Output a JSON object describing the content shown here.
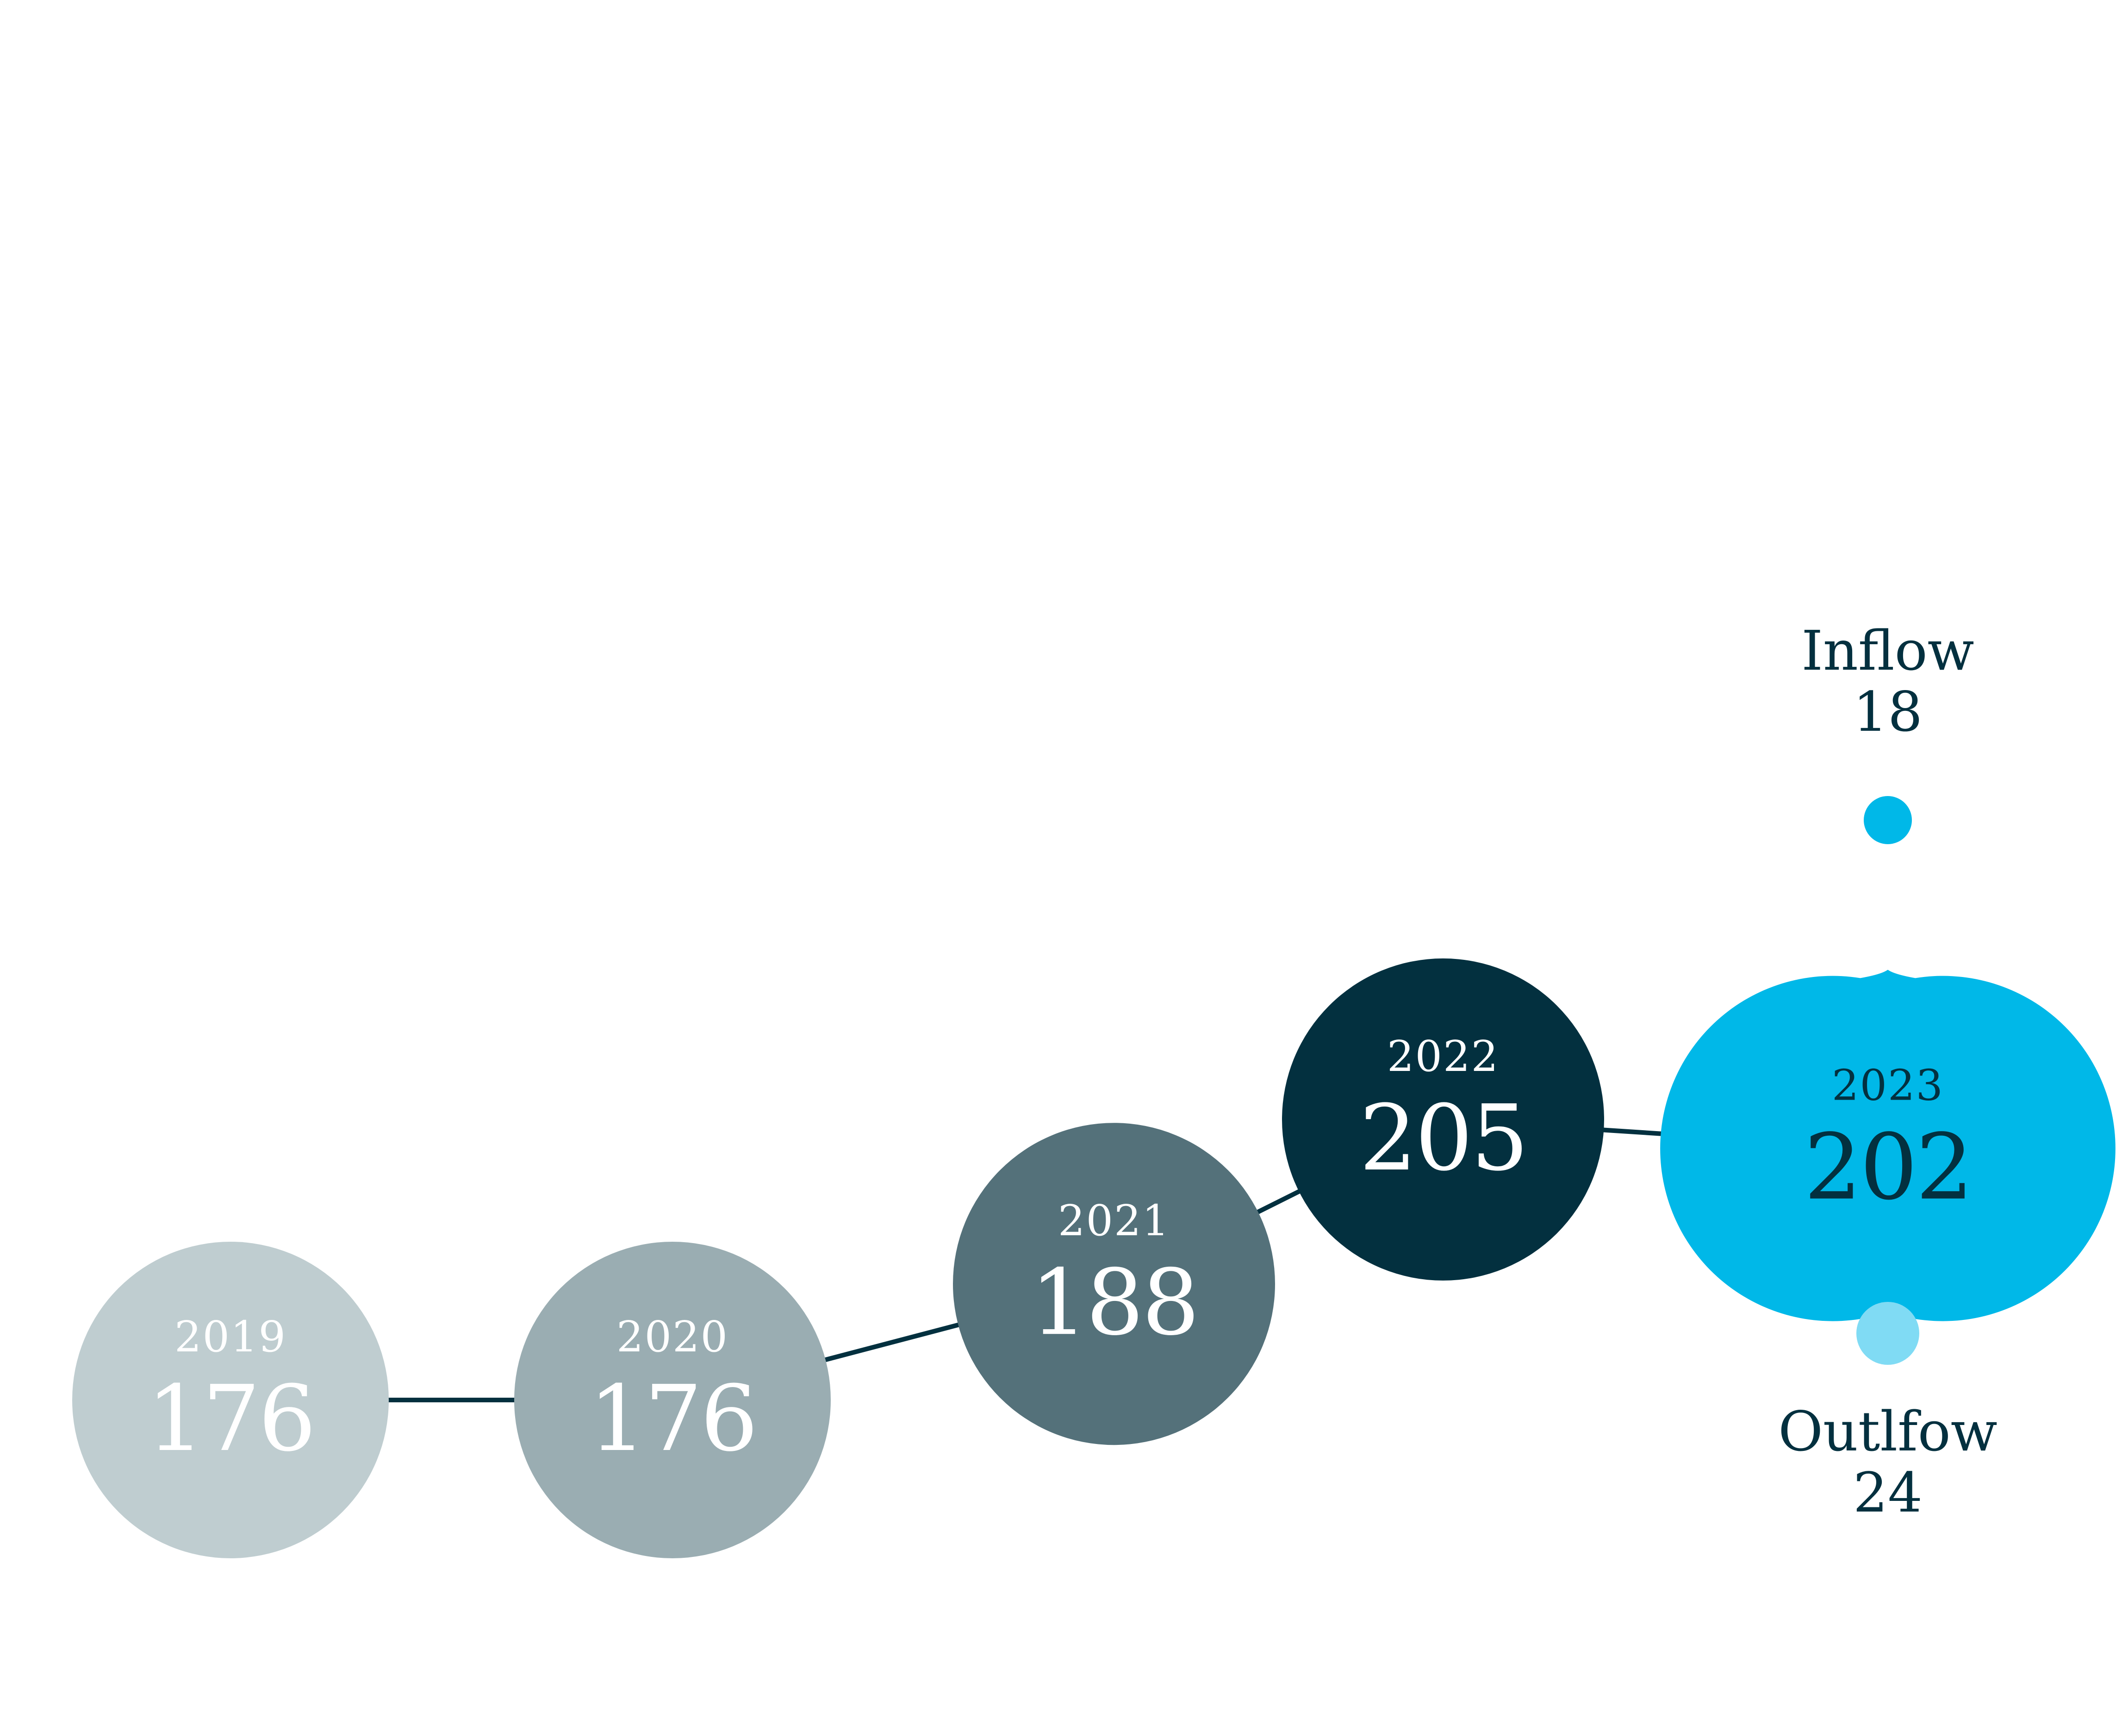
{
  "chart_data": {
    "type": "line",
    "title": "",
    "xlabel": "",
    "ylabel": "",
    "points": [
      {
        "year": "2019",
        "value": "176",
        "fill": "#bfcdd0",
        "text_color": "#ffffff"
      },
      {
        "year": "2020",
        "value": "176",
        "fill": "#9aadb2",
        "text_color": "#ffffff"
      },
      {
        "year": "2021",
        "value": "188",
        "fill": "#54717a",
        "text_color": "#ffffff"
      },
      {
        "year": "2022",
        "value": "205",
        "fill": "#03303f",
        "text_color": "#ffffff"
      },
      {
        "year": "2023",
        "value": "202",
        "fill": "#00b8e8",
        "text_color": "#03303f"
      }
    ],
    "inflow": {
      "label": "Inflow",
      "value": "18",
      "color": "#00b8e8"
    },
    "outflow": {
      "label": "Outlfow",
      "value": "24",
      "color": "#80dbf4"
    },
    "line_color": "#03303f",
    "label_color": "#03303f"
  }
}
